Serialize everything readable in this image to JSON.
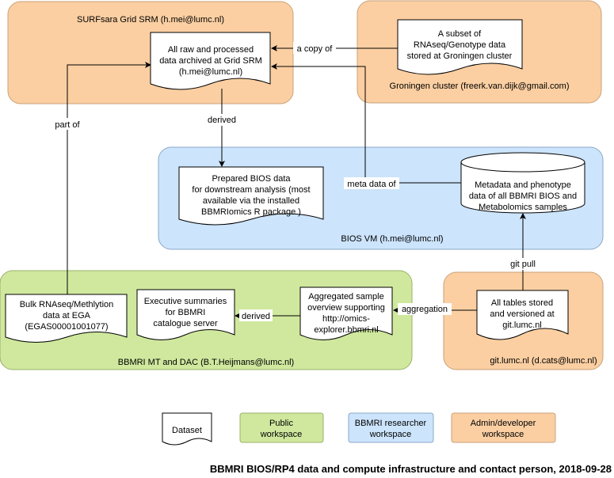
{
  "colors": {
    "admin": "#fbcfa2",
    "admin_stroke": "#c9a27a",
    "researcher": "#cce4fc",
    "researcher_stroke": "#8aa8c8",
    "public": "#cfe89e",
    "public_stroke": "#9ab26a",
    "doc_fill": "#ffffff",
    "line": "#000000"
  },
  "containers": {
    "surfsara": {
      "label": "SURFsara Grid SRM (h.mei@lumc.nl)"
    },
    "groningen": {
      "label": "Groningen cluster (freerk.van.dijk@gmail.com)"
    },
    "biosvm": {
      "label": "BIOS VM (h.mei@lumc.nl)"
    },
    "bbmri": {
      "label": "BBMRI MT and DAC (B.T.Heijmans@lumc.nl)"
    },
    "gitlumc": {
      "label": "git.lumc.nl (d.cats@lumc.nl)"
    }
  },
  "nodes": {
    "grid_srm": [
      "All raw and processed",
      "data archived at Grid SRM",
      "(h.mei@lumc.nl)"
    ],
    "groningen_subset": [
      "A subset of",
      "RNAseq/Genotype data",
      "stored at Groningen cluster"
    ],
    "prepared_bios": [
      "Prepared BIOS data",
      "for downstream analysis (most",
      "available via the installed",
      "BBMRIomics R package )"
    ],
    "metadata_db": [
      "Metadata and phenotype",
      "data of all BBMRI BIOS and",
      "Metabolomics samples"
    ],
    "bulk_ega": [
      "Bulk RNAseq/Methlytion",
      "data at EGA",
      "(EGAS00001001077)"
    ],
    "exec_summaries": [
      "Executive summaries",
      "for BBMRI",
      "catalogue server"
    ],
    "aggregated": [
      "Aggregated sample",
      "overview supporting",
      "http://omics-",
      "explorer.bbmri.nl"
    ],
    "all_tables": [
      "All tables stored",
      "and versioned at",
      "git.lumc.nl"
    ]
  },
  "edges": {
    "a_copy_of": "a copy of",
    "derived_1": "derived",
    "part_of": "part of",
    "meta_data_of": "meta data of",
    "git_pull": "git pull",
    "aggregation": "aggregation",
    "derived_2": "derived"
  },
  "legend": {
    "dataset": "Dataset",
    "public": [
      "Public",
      "workspace"
    ],
    "researcher": [
      "BBMRI researcher",
      "workspace"
    ],
    "admin": [
      "Admin/developer",
      "workspace"
    ]
  },
  "title": "BBMRI BIOS/RP4 data and compute infrastructure and contact person, 2018-09-28"
}
